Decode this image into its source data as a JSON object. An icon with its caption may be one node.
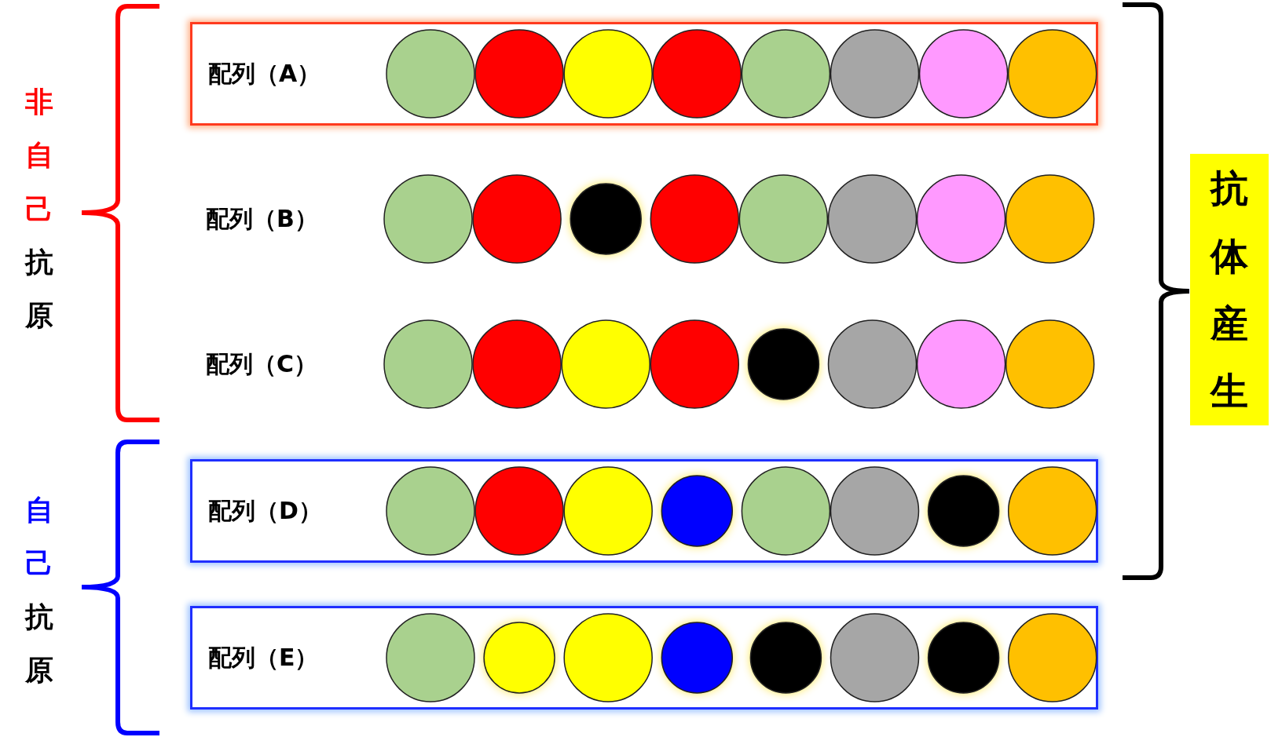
{
  "diagram": {
    "nodes": [
      {
        "text": [
          "配列（A）"
        ]
      },
      {
        "text": [
          "配列（B）"
        ]
      },
      {
        "text": [
          "配列（C）"
        ]
      },
      {
        "text": [
          "配列（D）"
        ]
      },
      {
        "text": [
          "配列（E）"
        ]
      },
      {
        "text": [
          "抗体産生"
        ]
      }
    ],
    "labels": [
      "非自己",
      "抗原",
      "自己",
      "抗原"
    ]
  }
}
